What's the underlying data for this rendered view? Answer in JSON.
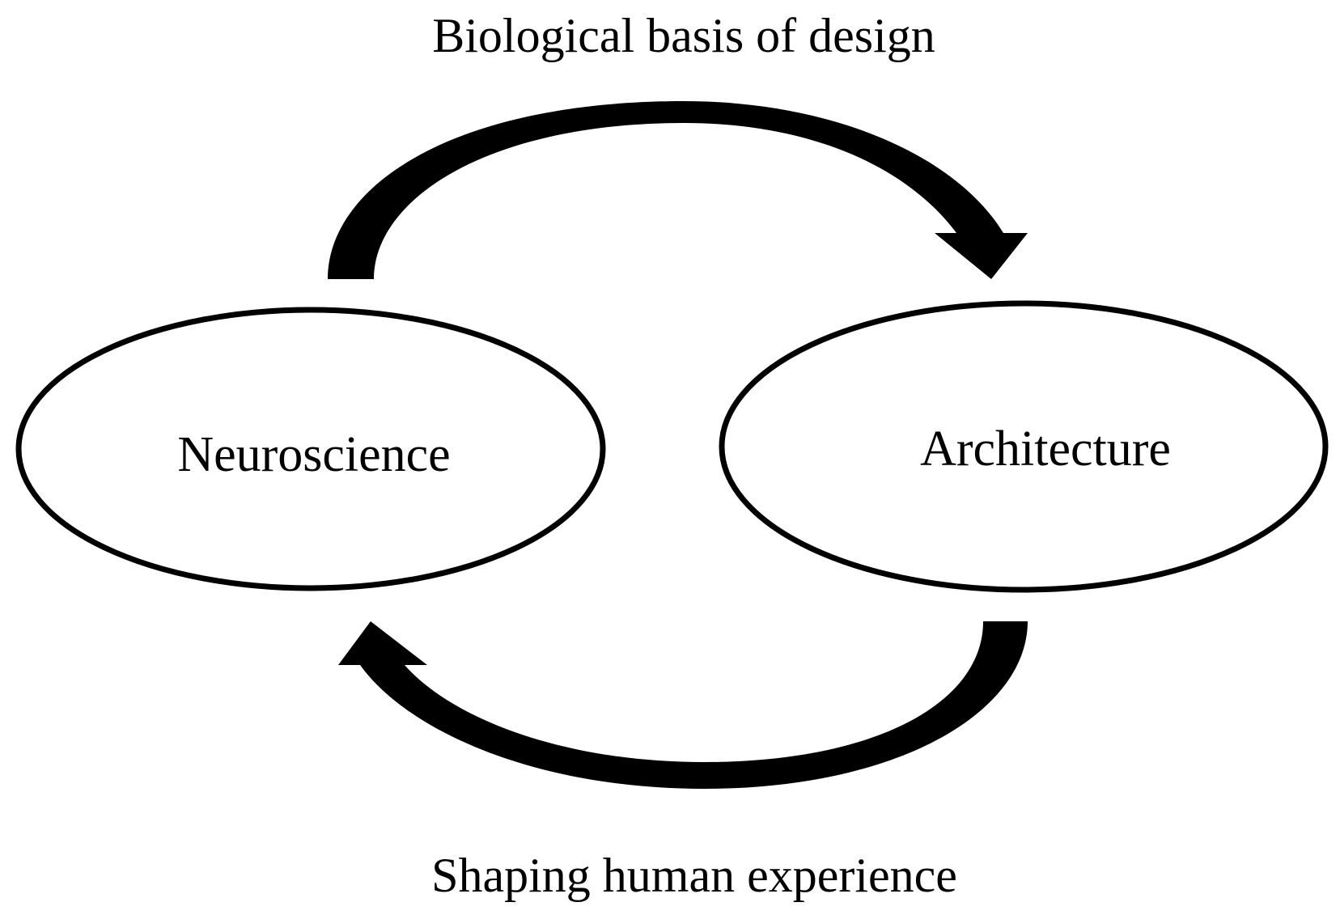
{
  "diagram": {
    "nodes": [
      {
        "id": "neuroscience",
        "label": "Neuroscience"
      },
      {
        "id": "architecture",
        "label": "Architecture"
      }
    ],
    "edges": [
      {
        "from": "neuroscience",
        "to": "architecture",
        "label": "Biological basis of design"
      },
      {
        "from": "architecture",
        "to": "neuroscience",
        "label": "Shaping human experience"
      }
    ],
    "colors": {
      "stroke": "#000000",
      "fill": "#ffffff"
    }
  }
}
